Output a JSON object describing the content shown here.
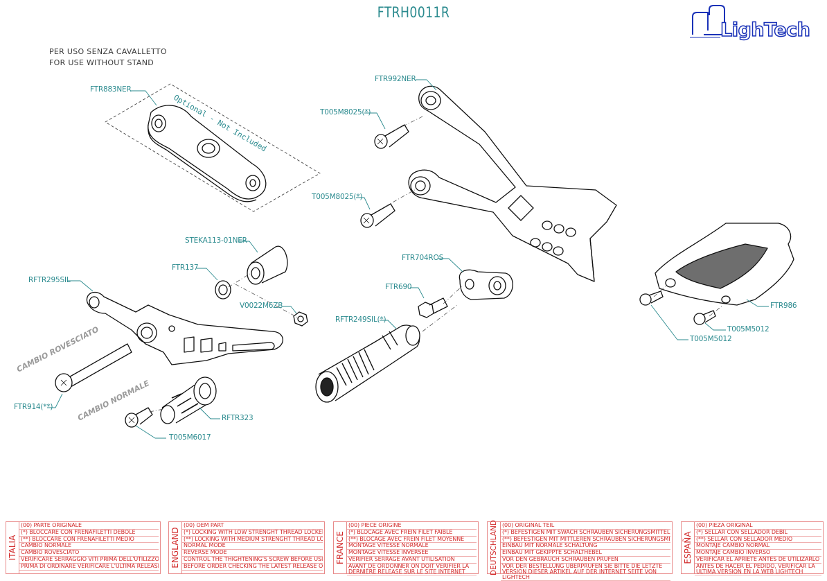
{
  "title": "FTRH0011R",
  "logo": {
    "text": "LighTech",
    "color": "#1a32b8"
  },
  "notes": [
    "PER USO SENZA CAVALLETTO",
    "FOR USE WITHOUT STAND"
  ],
  "optional_text": "Optional - Not Included",
  "cambio": {
    "rovesciato": "CAMBIO ROVESCIATO",
    "normale": "CAMBIO NORMALE"
  },
  "parts": {
    "ftr883ner": "FTR883NER",
    "ftr992ner": "FTR992NER",
    "t005m8025_top": "T005M8025(*)",
    "t005m8025_mid": "T005M8025(*)",
    "steka": "STEKA113-01NER",
    "ftr137": "FTR137",
    "rftr295sil": "RFTR295SIL",
    "v0022m6zb": "V0022M6ZB",
    "ftr704ros": "FTR704ROS",
    "ftr690": "FTR690",
    "rftr249sil": "RFTR249SIL(*)",
    "ftr986": "FTR986",
    "t005m5012_right": "T005M5012",
    "t005m5012_left": "T005M5012",
    "ftr914": "FTR914(**)",
    "rftr323": "RFTR323",
    "t005m6017": "T005M6017"
  },
  "colors": {
    "label": "#2a8a8e",
    "legend": "#d22a2a",
    "legend_border": "#e88a8a"
  },
  "legend": [
    {
      "lang": "ITALIA",
      "lines": [
        "(00) PARTE ORIGINALE",
        "(*)   BLOCCARE CON FRENAFILETTI DEBOLE",
        "(**)  BLOCCARE CON FRENAFILETTI MEDIO",
        "CAMBIO NORMALE",
        "CAMBIO ROVESCIATO",
        "VERIFICARE SERRAGGIO VITI PRIMA DELL'UTILIZZO",
        "PRIMA DI ORDINARE VERIFICARE L'ULTIMA RELEASE SUL SITO"
      ]
    },
    {
      "lang": "ENGLAND",
      "lines": [
        "(00) OEM PART",
        "(*)   LOCKING WITH LOW STRENGHT THREAD LOCKER",
        "(**)  LOCKING WITH MEDIUM STRENGHT THREAD LOCKER",
        "NORMAL MODE",
        "REVERSE MODE",
        "CONTROL THE THIGHTENING'S SCREW BEFORE USING",
        "BEFORE ORDER CHECKING THE LATEST RELEASE ON WEBSITE"
      ]
    },
    {
      "lang": "FRANCE",
      "lines": [
        "(00) PIECE ORIGINE",
        "(*)   BLOCAGE AVEC FREIN FILET FAIBLE",
        "(**)  BLOCAGE AVEC FREIN FILET MOYENNE",
        "MONTAGE VITESSE NORMALE",
        "MONTAGE VITESSE INVERSEE",
        "VERIFIER SERRAGE AVANT UTILISATION",
        "AVANT DE ORDONNER ON DOIT VÉRIFIER LA DERNIÈRE RELEASE SUR LE SITE INTERNET"
      ]
    },
    {
      "lang": "DEUTSCHLAND",
      "lines": [
        "(00) ORIGINAL TEIL",
        "(*)   BEFESTIGEN MIT SWACH SCHRAUBEN SICHERUNGSMITTEL",
        "(**)  BEFESTIGEN MIT MITTLEREN SCHRAUBEN SICHERUNGSMITTEL",
        "EINBAU MIT NORMALE SCHALTUNG",
        "EINBAU MIT GEKIPPTE SCHALTHEBEL",
        "VOR DEN GEBRAUCH SCHRAUBEN PRÜFEN",
        "VOR DER BESTELLUNG ÜBERPRÜFEN SIE BITTE DIE LETZTE VERSION DIESER ARTIKEL AUF DER INTERNET SEITE VON LIGHTECH"
      ]
    },
    {
      "lang": "ESPAÑA",
      "lines": [
        "(00) PIEZA ORIGINAL",
        "(*)   SELLAR CON SELLADOR DEBIL",
        "(**)  SELLAR CON SELLADOR MEDIO",
        "MONTAJE  CAMBIO NORMAL",
        "MONTAJE CAMBIO INVERSO",
        "VERIFICAR EL APRIETE ANTES DE UTILIZARLO",
        "ANTES DE HACER EL PEDIDO, VERIFICAR LA ULTIMA VERSION EN LA WEB LIGHTECH"
      ]
    }
  ]
}
